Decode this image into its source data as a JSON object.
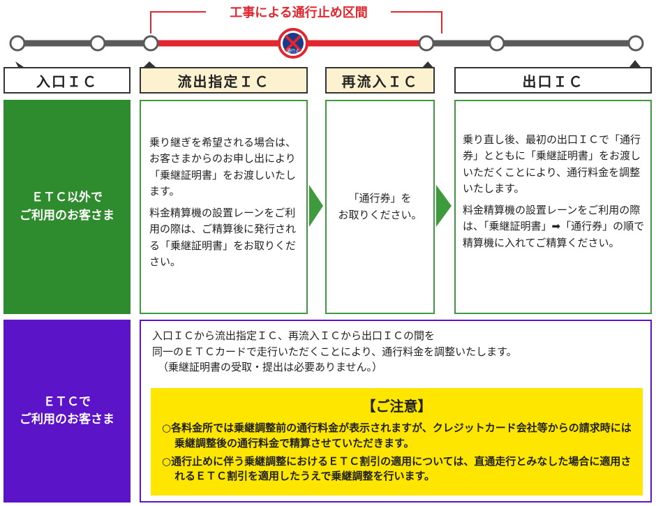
{
  "route": {
    "section_label": "工事による通行止め区間",
    "closure_icon_text": "通行止",
    "colors": {
      "road": "#5a5a5a",
      "closed": "#e0262e",
      "node_fill": "#ffffff"
    }
  },
  "ic_labels": {
    "entry": "入口ＩＣ",
    "designated_exit": "流出指定ＩＣ",
    "re_entry": "再流入ＩＣ",
    "exit": "出口ＩＣ"
  },
  "non_etc": {
    "label": "ＥＴＣ以外で\nご利用のお客さま",
    "designated_exit": [
      "乗り継ぎを希望される場合は、お客さまからのお申し出により「乗継証明書」をお渡しいたします。",
      "料金精算機の設置レーンをご利用の際は、ご精算後に発行される「乗継証明書」をお取りください。"
    ],
    "re_entry": "「通行券」を\nお取りください。",
    "exit": [
      "乗り直し後、最初の出口ＩＣで「通行券」とともに「乗継証明書」をお渡しいただくことにより、通行料金を調整いたします。",
      "料金精算機の設置レーンをご利用の際は、「乗継証明書」➡「通行券」の順で精算機に入れてご精算ください。"
    ]
  },
  "etc": {
    "label": "ＥＴＣで\nご利用のお客さま",
    "lines": [
      "入口ＩＣから流出指定ＩＣ、再流入ＩＣから出口ＩＣの間を",
      "同一のＥＴＣカードで走行いただくことにより、通行料金を調整いたします。",
      "（乗継証明書の受取・提出は必要ありません。）"
    ],
    "notice": {
      "title": "【ご注意】",
      "items": [
        "○各料金所では乗継調整前の通行料金が表示されますが、クレジットカード会社等からの請求時には乗継調整後の通行料金で精算させていただきます。",
        "○通行止めに伴う乗継調整におけるＥＴＣ割引の適用については、直通走行とみなした場合に適用されるＥＴＣ割引を適用したうえで乗継調整を行います。"
      ]
    }
  },
  "colors": {
    "green": "#2e8b2e",
    "purple": "#5c14c9",
    "yellow": "#ffe600",
    "pale_yellow": "#fdf2d0",
    "red": "#e0262e"
  }
}
